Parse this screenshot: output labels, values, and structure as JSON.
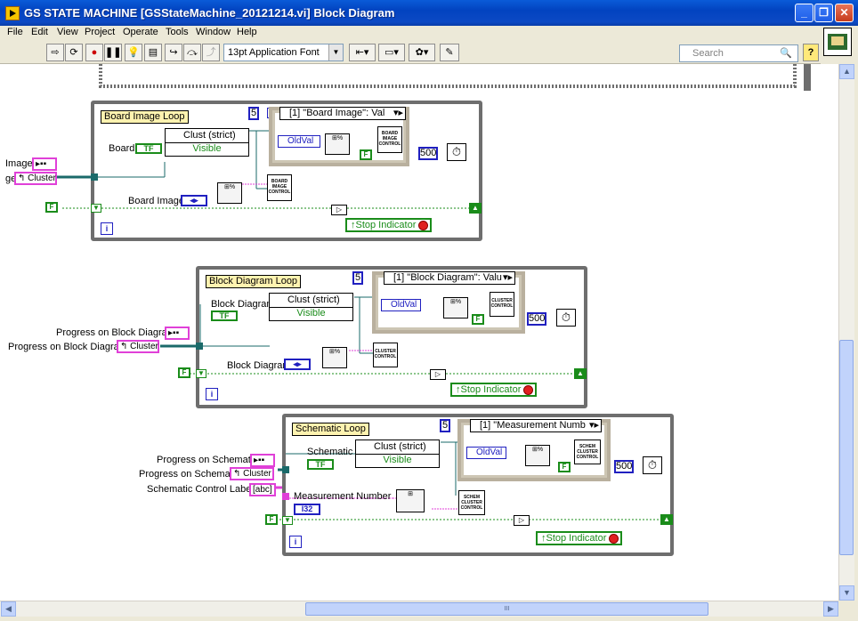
{
  "window": {
    "title": "GS STATE MACHINE [GSStateMachine_20121214.vi] Block Diagram",
    "controls": [
      "_",
      "❐",
      "✕"
    ]
  },
  "menu": [
    "File",
    "Edit",
    "View",
    "Project",
    "Operate",
    "Tools",
    "Window",
    "Help"
  ],
  "toolbar": {
    "font": "13pt Application Font",
    "search_placeholder": "Search",
    "help": "?"
  },
  "diagram": {
    "loop1": {
      "label": "Board Image Loop",
      "case_selector": "[1] \"Board Image\": Val",
      "iteration_count": "5",
      "bool_label": "Board",
      "bool_term": "TF",
      "bundle_header": "Clust (strict)",
      "bundle_row": "Visible",
      "oldval": "OldVal",
      "node_label": "BOARD IMAGE CONTROL",
      "node_label2": "BOARD IMAGE CONTROL",
      "wait_ms": "500",
      "ref_label": "Board Image",
      "stop": "Stop Indicator",
      "left_image": "Image",
      "left_cluster_prefix": "ge",
      "left_cluster": "Cluster",
      "false_const": "F",
      "i": "i"
    },
    "loop2": {
      "label": "Block Diagram Loop",
      "case_selector": "[1] \"Block Diagram\": Valu",
      "iteration_count": "5",
      "bool_label": "Block Diagram",
      "bool_term": "TF",
      "bundle_header": "Clust (strict)",
      "bundle_row": "Visible",
      "oldval": "OldVal",
      "node_label": "CLUSTER CONTROL",
      "node_label2": "CLUSTER CONTROL",
      "wait_ms": "500",
      "ref_label": "Block Diagram",
      "stop": "Stop Indicator",
      "left_progress_ref": "Progress on Block Diagram",
      "left_progress_cluster": "Progress on Block Diagram",
      "cluster": "Cluster",
      "false_const": "F",
      "i": "i"
    },
    "loop3": {
      "label": "Schematic Loop",
      "case_selector": "[1] \"Measurement Numb",
      "iteration_count": "5",
      "bool_label": "Schematic",
      "bool_term": "TF",
      "bundle_header": "Clust (strict)",
      "bundle_row": "Visible",
      "oldval": "OldVal",
      "node_label": "SCHEM CLUSTER CONTROL",
      "node_label2": "SCHEM CLUSTER CONTROL",
      "wait_ms": "500",
      "meas_label": "Measurement Number",
      "meas_term": "I32",
      "stop": "Stop Indicator",
      "left_progress_ref": "Progress on Schematic",
      "left_progress_cluster": "Progress on Schematic",
      "left_labels": "Schematic Control Labels",
      "cluster": "Cluster",
      "false_const": "F",
      "i": "i"
    }
  },
  "scroll": {
    "hthumb_grip": "III"
  },
  "colors": {
    "titlebar": "#0a5bd8",
    "loop_border": "#6e6e6e",
    "wire_green": "#1a8c1a",
    "wire_pink": "#e040d8",
    "wire_blue": "#2020c0"
  }
}
